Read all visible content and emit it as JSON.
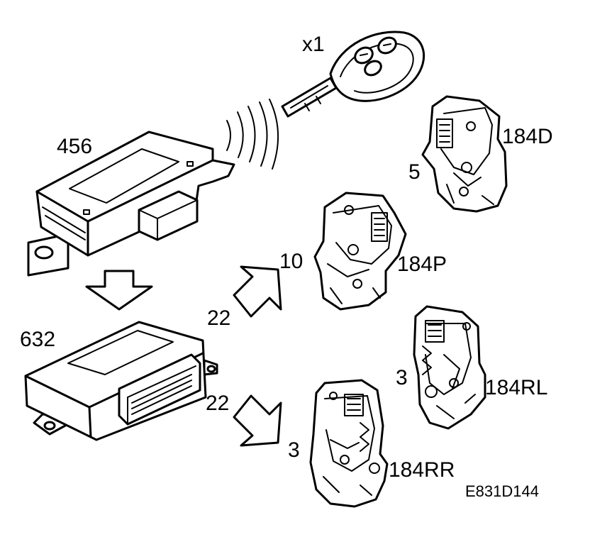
{
  "labels": {
    "key_qty": "x1",
    "module_456": "456",
    "module_632": "632",
    "lock_184d": "184D",
    "lock_184d_pin": "5",
    "lock_184p": "184P",
    "lock_184p_pin": "10",
    "lock_184rl": "184RL",
    "lock_184rl_pin": "3",
    "lock_184rr": "184RR",
    "lock_184rr_pin": "3",
    "wire_upper": "22",
    "wire_lower": "22",
    "figure_code": "E831D144"
  },
  "icons": {
    "key": "key-fob-icon",
    "radio_waves": "radio-waves-icon",
    "arrow_down": "arrow-down-icon",
    "arrow_up_right": "arrow-up-right-icon",
    "arrow_down_right": "arrow-down-right-icon"
  }
}
